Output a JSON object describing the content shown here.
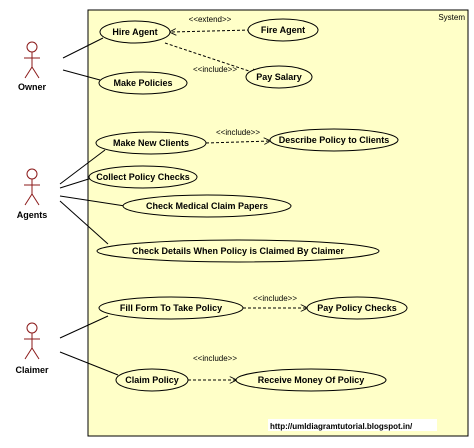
{
  "system": {
    "label": "System"
  },
  "actors": {
    "owner": "Owner",
    "agents": "Agents",
    "claimer": "Claimer"
  },
  "use_cases": {
    "hire_agent": "Hire Agent",
    "fire_agent": "Fire Agent",
    "make_policies": "Make Policies",
    "pay_salary": "Pay Salary",
    "make_new_clients": "Make New Clients",
    "describe_policy": "Describe Policy to Clients",
    "collect_policy_checks": "Collect Policy Checks",
    "check_medical_claim": "Check Medical Claim Papers",
    "check_details": "Check Details When Policy is Claimed By Claimer",
    "fill_form": "Fill Form To Take Policy",
    "pay_policy_checks": "Pay Policy Checks",
    "claim_policy": "Claim Policy",
    "receive_money": "Receive Money Of Policy"
  },
  "relationships": {
    "extend_fire": "<<extend>>",
    "include_salary": "<<include>>",
    "include_describe": "<<include>>",
    "include_pay_checks": "<<include>>",
    "include_receive": "<<include>>"
  },
  "footer": {
    "url": "http://umldiagramtutorial.blogspot.in/"
  },
  "colors": {
    "system_fill": "#ffffc8",
    "line": "#000000",
    "background": "#ffffff"
  }
}
